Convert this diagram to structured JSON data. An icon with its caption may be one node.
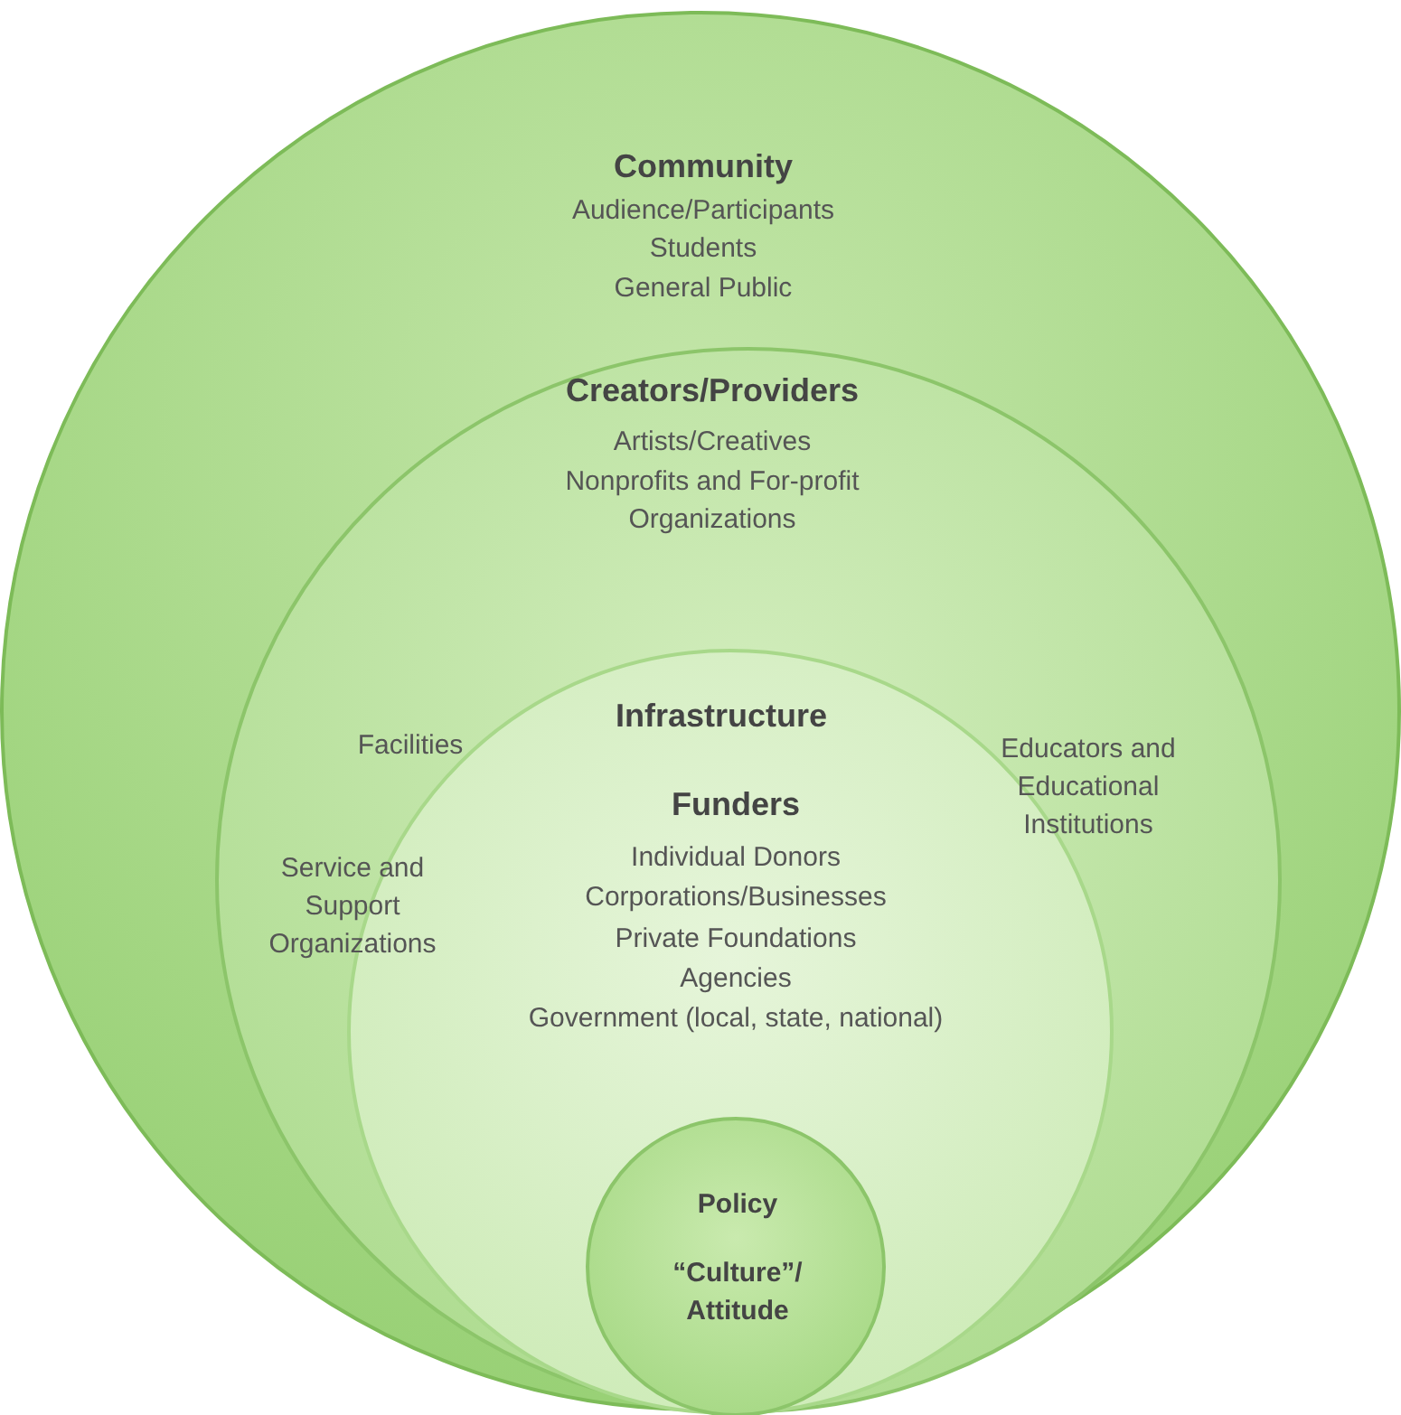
{
  "diagram": {
    "nodes": [
      {
        "text": [
          "Community",
          "Audience/Participants",
          "Students",
          "General Public"
        ]
      },
      {
        "text": [
          "Creators/Providers",
          "Artists/Creatives",
          "Nonprofits and For-profit Organizations"
        ],
        "in": 0
      },
      {
        "text": [
          "Infrastructure",
          "Funders",
          "Individual Donors",
          "Corporations/Businesses",
          "Private Foundations",
          "Agencies",
          "Government (local, state, national)"
        ],
        "in": 1
      },
      {
        "text": [
          "Policy",
          "“Culture”/ Attitude"
        ],
        "in": 2
      }
    ],
    "labels": [
      "Facilities",
      "Educators and Educational Institutions",
      "Service and Support Organizations"
    ]
  }
}
